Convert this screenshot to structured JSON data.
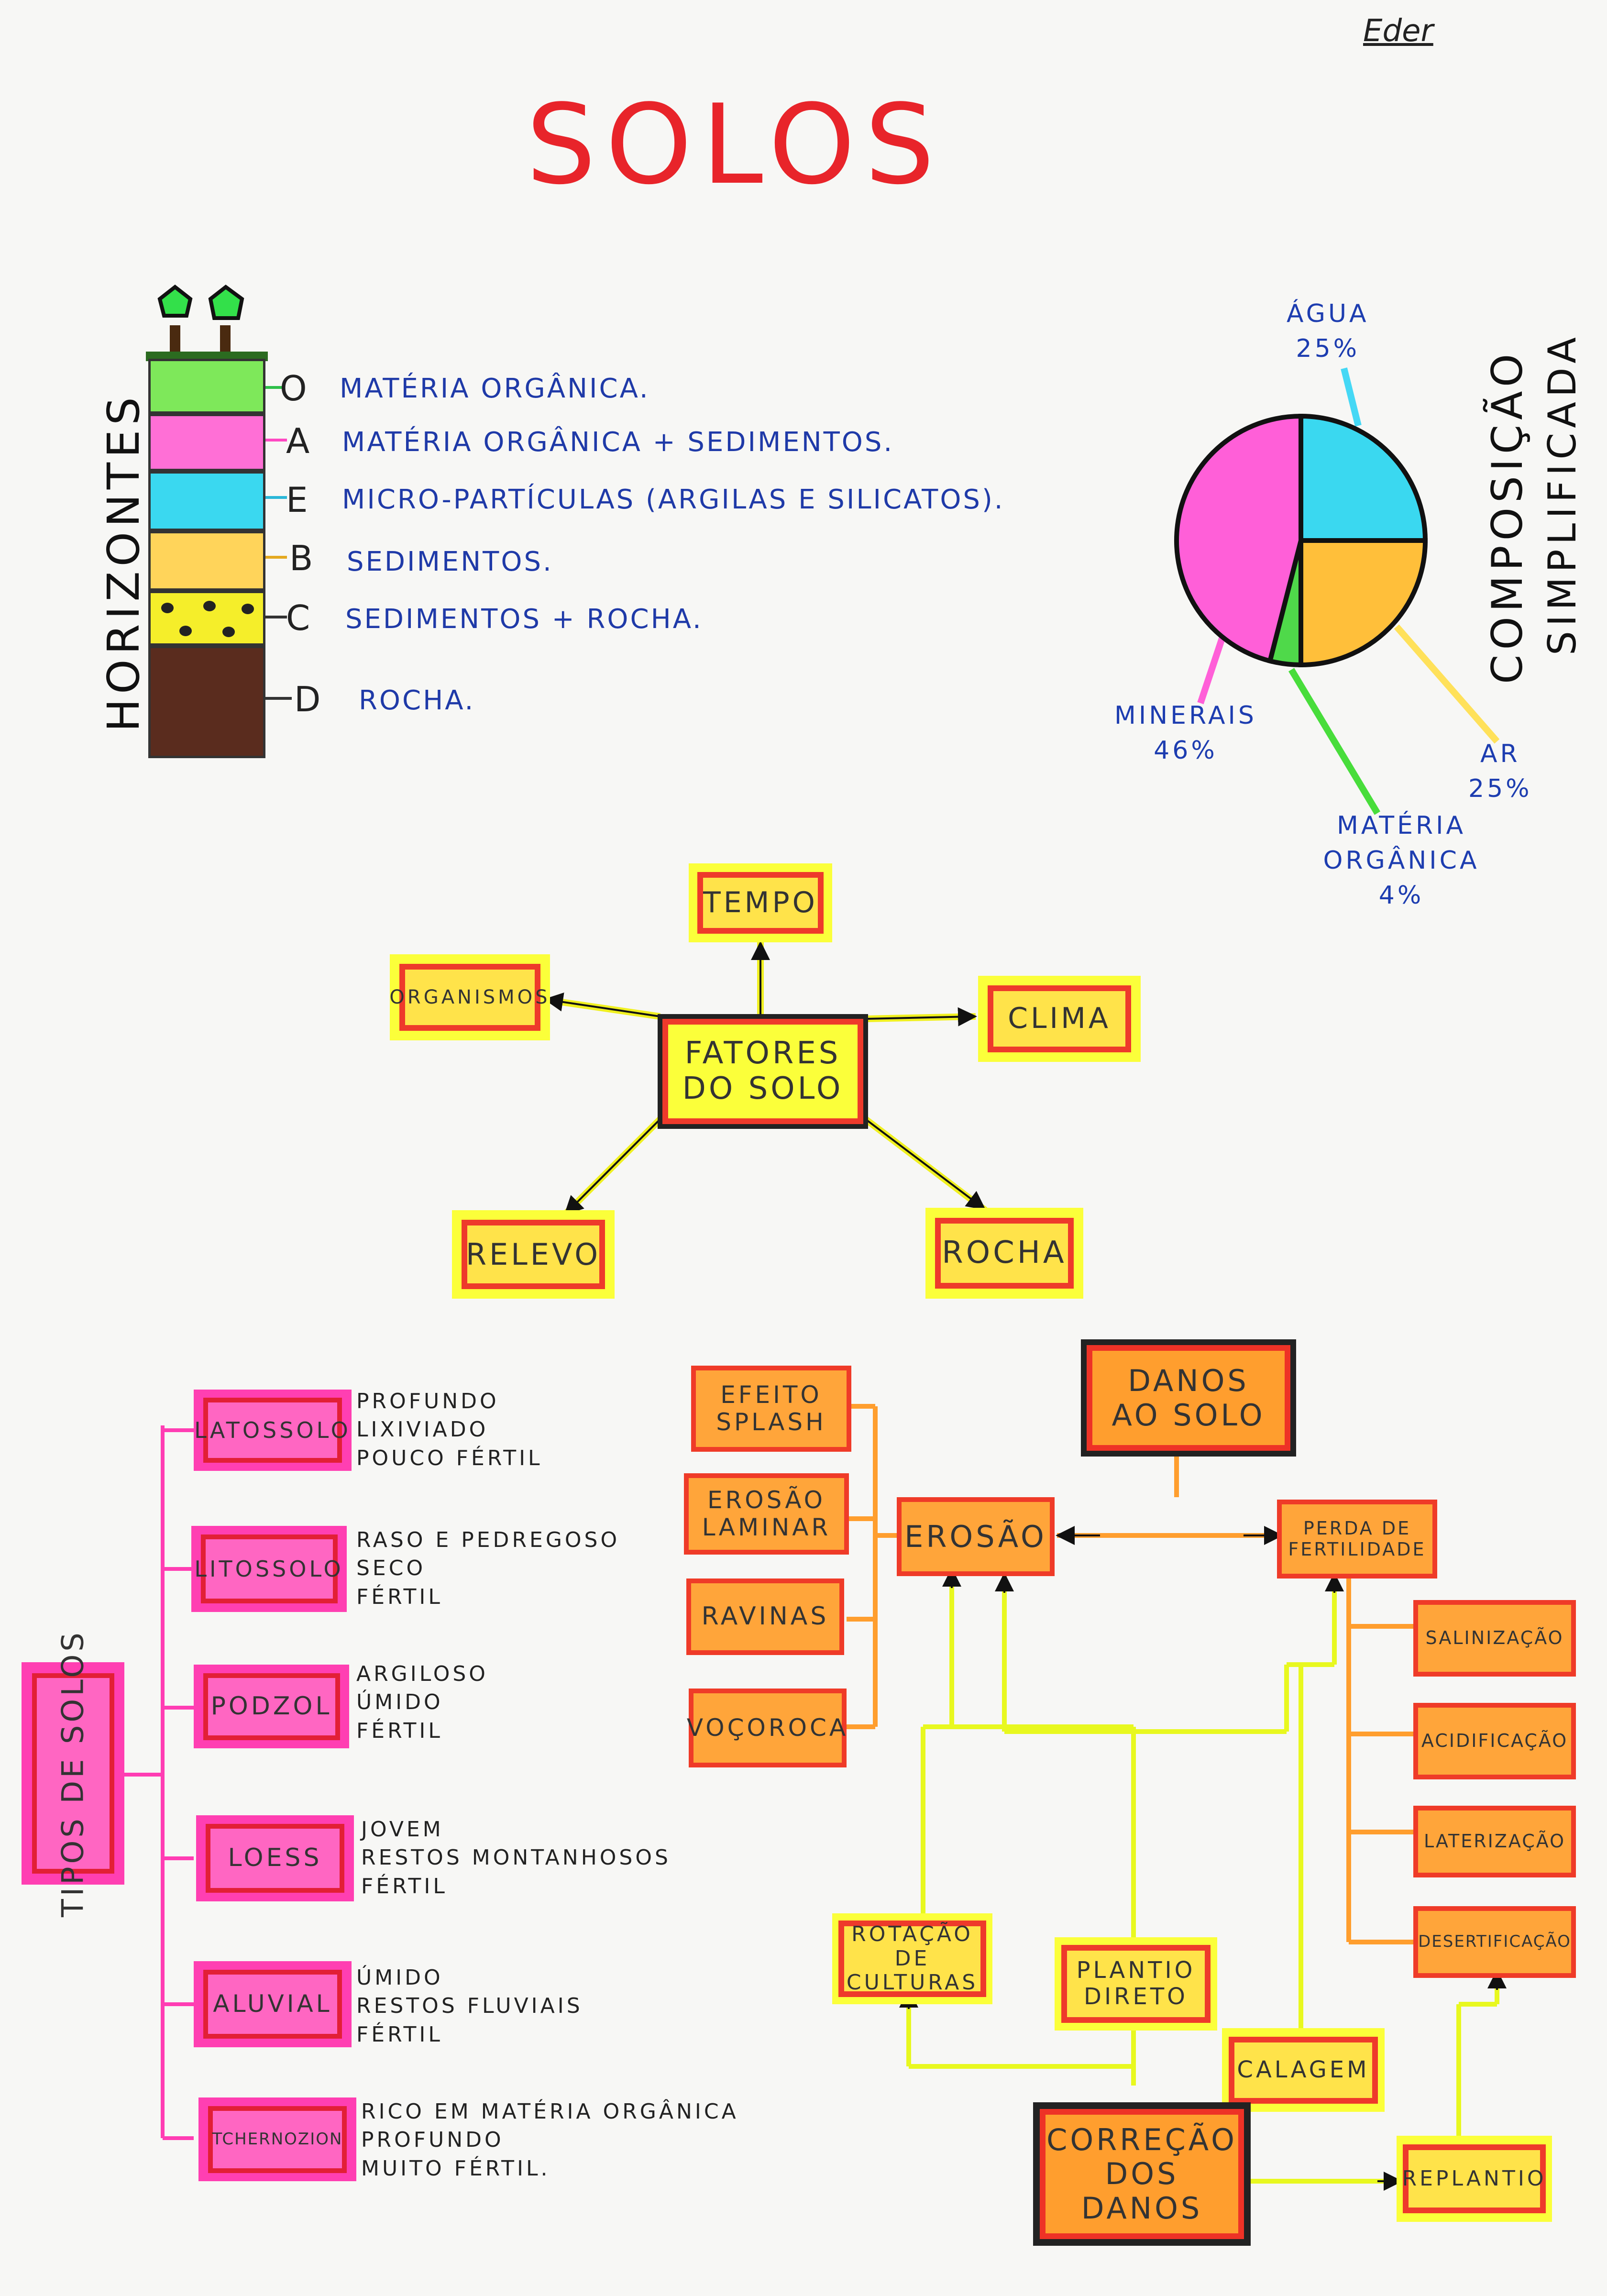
{
  "author": "Eder",
  "title": "SOLOS",
  "horizons": {
    "axis_label": "HORIZONTES",
    "layers": [
      {
        "letter": "O",
        "desc": "MATÉRIA ORGÂNICA.",
        "color": "#7ee85a"
      },
      {
        "letter": "A",
        "desc": "MATÉRIA ORGÂNICA + SEDIMENTOS.",
        "color": "#ff6fd6"
      },
      {
        "letter": "E",
        "desc": "MICRO-PARTÍCULAS (ARGILAS E SILICATOS).",
        "color": "#3ad8f0"
      },
      {
        "letter": "B",
        "desc": "SEDIMENTOS.",
        "color": "#ffd45a"
      },
      {
        "letter": "C",
        "desc": "SEDIMENTOS + ROCHA.",
        "color": "#f5ee2a"
      },
      {
        "letter": "D",
        "desc": "ROCHA.",
        "color": "#5a2c1e"
      }
    ]
  },
  "composition": {
    "title_line1": "COMPOSIÇÃO",
    "title_line2": "SIMPLIFICADA",
    "slices": [
      {
        "name": "ÁGUA",
        "value": "25%",
        "percent": 25,
        "color": "#3ad8f0"
      },
      {
        "name": "AR",
        "value": "25%",
        "percent": 25,
        "color": "#ffbf3a"
      },
      {
        "name": "MATÉRIA ORGÂNICA",
        "value": "4%",
        "percent": 4,
        "color": "#4fd94a"
      },
      {
        "name": "MINERAIS",
        "value": "46%",
        "percent": 46,
        "color": "#ff5fd8"
      }
    ]
  },
  "fatores": {
    "center": "FATORES DO SOLO",
    "tempo": "TEMPO",
    "organismos": "ORGANISMOS",
    "clima": "CLIMA",
    "relevo": "RELEVO",
    "rocha": "ROCHA"
  },
  "tipos": {
    "root": "TIPOS DE SOLOS",
    "items": [
      {
        "name": "LATOSSOLO",
        "props": [
          "PROFUNDO",
          "LIXIVIADO",
          "POUCO FÉRTIL"
        ]
      },
      {
        "name": "LITOSSOLO",
        "props": [
          "RASO E PEDREGOSO",
          "SECO",
          "FÉRTIL"
        ]
      },
      {
        "name": "PODZOL",
        "props": [
          "ARGILOSO",
          "ÚMIDO",
          "FÉRTIL"
        ]
      },
      {
        "name": "LOESS",
        "props": [
          "JOVEM",
          "RESTOS MONTANHOSOS",
          "FÉRTIL"
        ]
      },
      {
        "name": "ALUVIAL",
        "props": [
          "ÚMIDO",
          "RESTOS FLUVIAIS",
          "FÉRTIL"
        ]
      },
      {
        "name": "TCHERNOZION",
        "props": [
          "RICO EM MATÉRIA ORGÂNICA",
          "PROFUNDO",
          "MUITO FÉRTIL."
        ]
      }
    ]
  },
  "danos": {
    "root": "DANOS AO SOLO",
    "erosao": "EROSÃO",
    "perda": "PERDA DE FERTILIDADE",
    "erosao_types": [
      "EFEITO SPLASH",
      "EROSÃO LAMINAR",
      "RAVINAS",
      "VOÇOROCA"
    ],
    "perda_types": [
      "SALINIZAÇÃO",
      "ACIDIFICAÇÃO",
      "LATERIZAÇÃO",
      "DESERTIFICAÇÃO"
    ],
    "correcao": "CORREÇÃO DOS DANOS",
    "rotacao": "ROTAÇÃO DE CULTURAS",
    "plantio": "PLANTIO DIRETO",
    "calagem": "CALAGEM",
    "replantio": "REPLANTIO"
  }
}
